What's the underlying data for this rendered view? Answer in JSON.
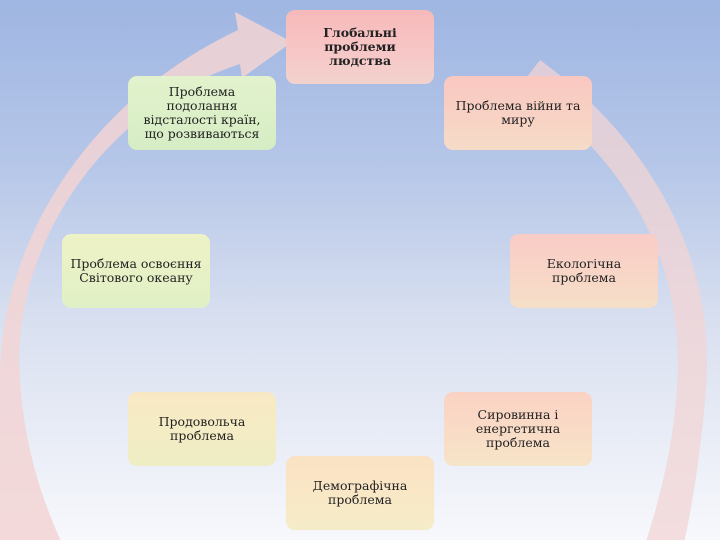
{
  "diagram": {
    "title": "Глобальні проблеми людства",
    "nodes": [
      "Проблема війни та миру",
      "Екологічна проблема",
      "Сировинна і енергетична проблема",
      "Демографічна проблема",
      "Продовольча проблема",
      "Проблема освоєння Світового океану",
      "Проблема подолання відсталості країн, що розвиваються"
    ]
  }
}
